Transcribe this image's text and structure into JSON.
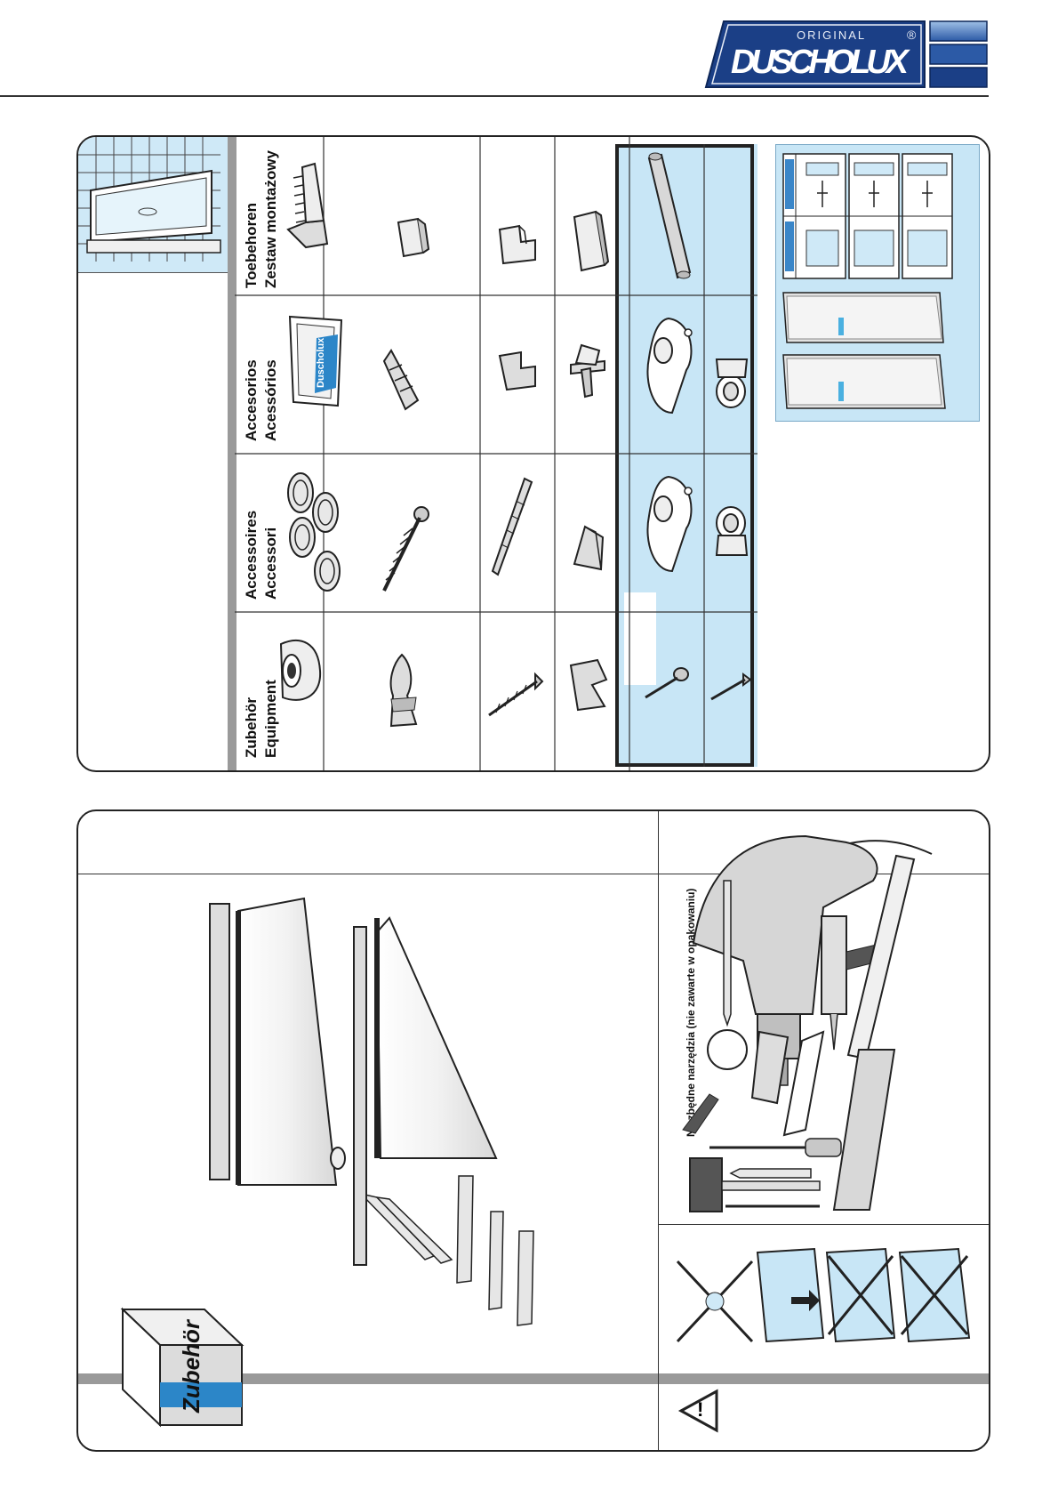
{
  "brand": {
    "original": "ORIGINAL",
    "name": "DUSCHOLUX",
    "registered": "®",
    "colors": {
      "navy": "#1b3f86",
      "light": "#e9eef7",
      "accent_blue": "#c8e6f6"
    }
  },
  "accessories_panel": {
    "headers": [
      {
        "line1": "Zubehör",
        "line2": "Equipment"
      },
      {
        "line1": "Accessoires",
        "line2": "Accessori"
      },
      {
        "line1": "Accesorios",
        "line2": "Acessórios"
      },
      {
        "line1": "Toebehoren",
        "line2": "Zestaw montażowy"
      }
    ],
    "parts": {
      "row1": [
        "tape-roll",
        "clip-set",
        "suction-pad-pack",
        "comb-bracket"
      ],
      "row2": [
        "bumper-clip",
        "long-screw",
        "wall-plug",
        "end-cap"
      ],
      "row3": [
        "short-screw",
        "drill-bit",
        "corner-piece",
        "corner-angle"
      ],
      "row4": [
        "corner-handle",
        "handle-cap",
        "hinge-bracket",
        "flat-cap"
      ],
      "row5": [
        "screw",
        "hinge-block",
        "hinge-block",
        "support-rod"
      ],
      "row6": [
        "screw",
        "rod-clamp",
        "rod-clamp",
        "blank"
      ]
    },
    "package_label": "Duscholux"
  },
  "components_panel": {
    "box_label": "Zubehör"
  },
  "tools_panel": {
    "caption": "Niezbędne narzędzia (nie zawarte w opakowaniu)",
    "tools": [
      "drill",
      "drill-bit",
      "caulking-gun",
      "folding-rule",
      "utility-knife",
      "hacksaw",
      "hex-key",
      "screwdriver",
      "spirit-level",
      "pencil",
      "hammer",
      "nail"
    ]
  },
  "warning_panel": {
    "symbol": "!"
  }
}
